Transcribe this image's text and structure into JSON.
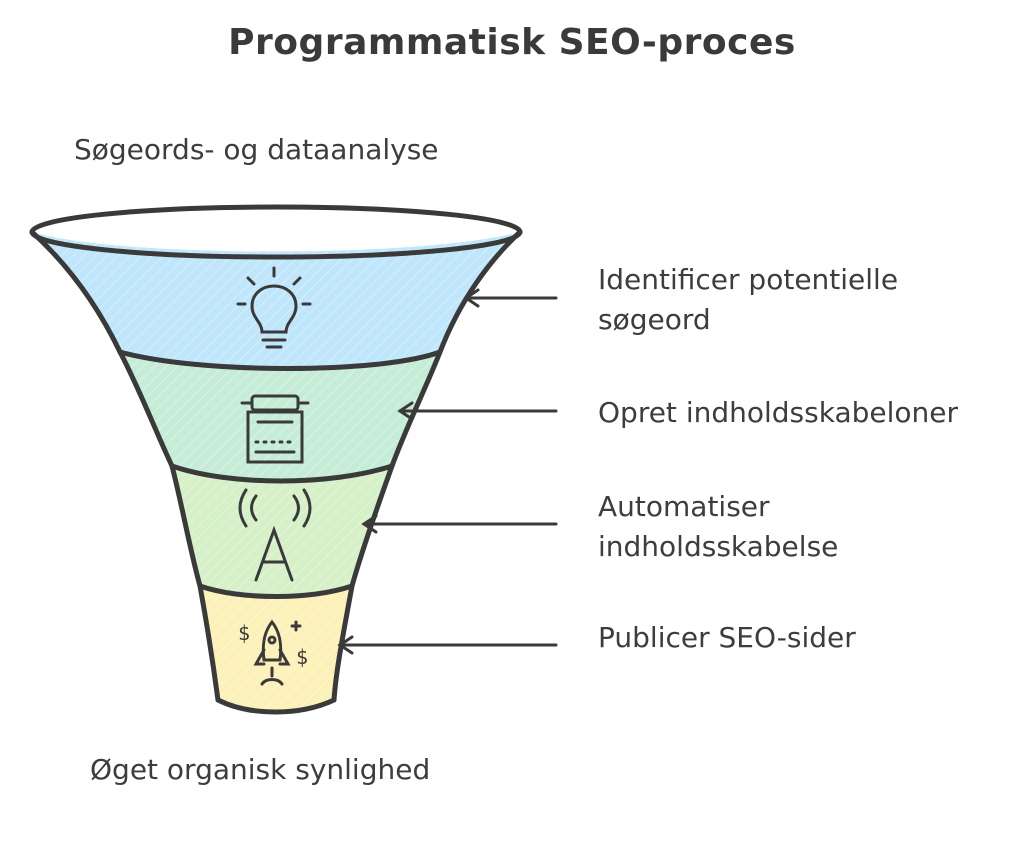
{
  "title": "Programmatisk SEO-proces",
  "top_label": "Søgeords- og dataanalyse",
  "bottom_label": "Øget organisk synlighed",
  "stages": [
    {
      "lines": [
        "Identificer potentielle",
        "søgeord"
      ],
      "icon": "lightbulb-icon",
      "color": "#bfe6fb"
    },
    {
      "lines": [
        "Opret indholdsskabeloner"
      ],
      "icon": "typewriter-icon",
      "color": "#c5ecd7"
    },
    {
      "lines": [
        "Automatiser",
        "indholdsskabelse"
      ],
      "icon": "broadcast-a-icon",
      "color": "#d6f0c8"
    },
    {
      "lines": [
        "Publicer SEO-sider"
      ],
      "icon": "rocket-dollar-icon",
      "color": "#fcf1b8"
    }
  ],
  "colors": {
    "stroke": "#3a3a3a",
    "stage_1": "#bfe6fb",
    "stage_2": "#c5ecd7",
    "stage_3": "#d6f0c8",
    "stage_4": "#fcf1b8"
  }
}
